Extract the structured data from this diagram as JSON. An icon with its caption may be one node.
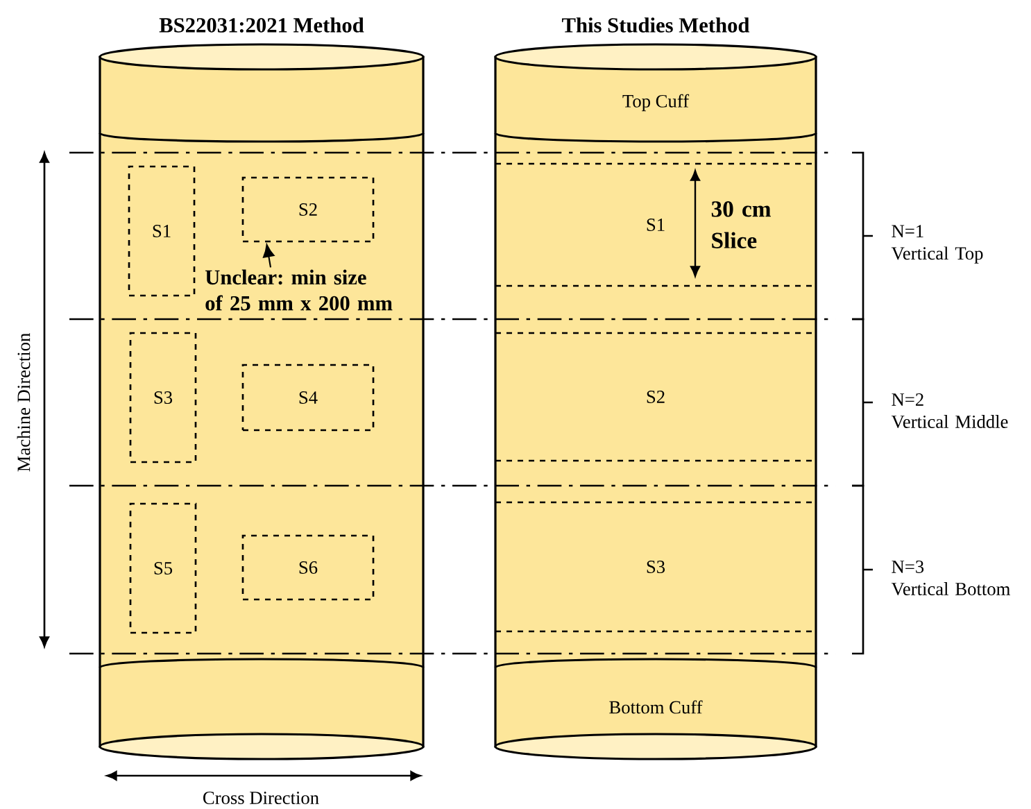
{
  "diagram": {
    "nodes": [
      {
        "text": [
          "BS22031:2021 Method"
        ]
      },
      {
        "text": [
          "S1"
        ],
        "in": 0
      },
      {
        "text": [
          "S2"
        ],
        "in": 0
      },
      {
        "text": [
          "S3"
        ],
        "in": 0
      },
      {
        "text": [
          "S4"
        ],
        "in": 0
      },
      {
        "text": [
          "S5"
        ],
        "in": 0
      },
      {
        "text": [
          "S6"
        ],
        "in": 0
      },
      {
        "text": [
          "Unclear: min size of 25 mm x 200 mm"
        ],
        "in": 0
      },
      {
        "text": [
          "This Studies Method"
        ]
      },
      {
        "text": [
          "Top Cuff"
        ],
        "in": 8
      },
      {
        "text": [
          "S1"
        ],
        "in": 8
      },
      {
        "text": [
          "S2"
        ],
        "in": 8
      },
      {
        "text": [
          "S3"
        ],
        "in": 8
      },
      {
        "text": [
          "Bottom Cuff"
        ],
        "in": 8
      }
    ],
    "edges": [
      {
        "from": 7,
        "to": 2,
        "arrow": "to"
      }
    ],
    "labels": [
      "30 cm Slice",
      "N=1 Vertical Top",
      "N=2 Vertical Middle",
      "N=3 Vertical Bottom",
      "Machine Direction",
      "Cross Direction"
    ]
  }
}
